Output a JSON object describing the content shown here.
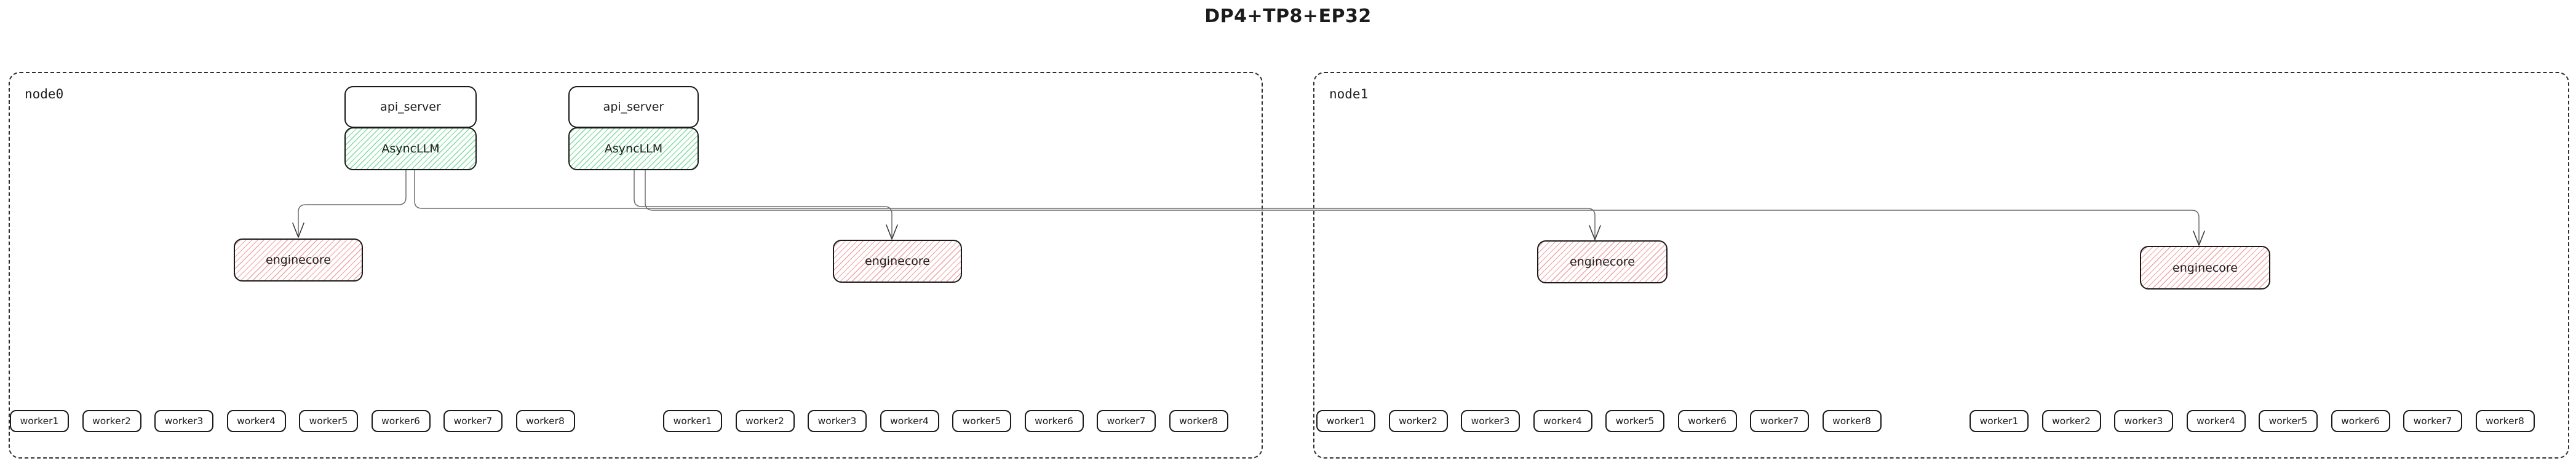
{
  "title": "DP4+TP8+EP32",
  "colors": {
    "box_border": "#1a1a1a",
    "node_border": "#2e2e2e",
    "async_llm_hatch": "#7edd9f",
    "enginecore_hatch": "#f2a3a3",
    "connector": "#6e6e6e",
    "arrowhead": "#3a3a3a",
    "text": "#1c1c1c"
  },
  "node0": {
    "label": "node0",
    "stacks": [
      {
        "api_server": "api_server",
        "async_llm": "AsyncLLM"
      },
      {
        "api_server": "api_server",
        "async_llm": "AsyncLLM"
      }
    ],
    "enginecores": [
      "enginecore",
      "enginecore"
    ],
    "worker_groups": [
      [
        "worker1",
        "worker2",
        "worker3",
        "worker4",
        "worker5",
        "worker6",
        "worker7",
        "worker8"
      ],
      [
        "worker1",
        "worker2",
        "worker3",
        "worker4",
        "worker5",
        "worker6",
        "worker7",
        "worker8"
      ]
    ]
  },
  "node1": {
    "label": "node1",
    "enginecores": [
      "enginecore",
      "enginecore"
    ],
    "worker_groups": [
      [
        "worker1",
        "worker2",
        "worker3",
        "worker4",
        "worker5",
        "worker6",
        "worker7",
        "worker8"
      ],
      [
        "worker1",
        "worker2",
        "worker3",
        "worker4",
        "worker5",
        "worker6",
        "worker7",
        "worker8"
      ]
    ]
  }
}
